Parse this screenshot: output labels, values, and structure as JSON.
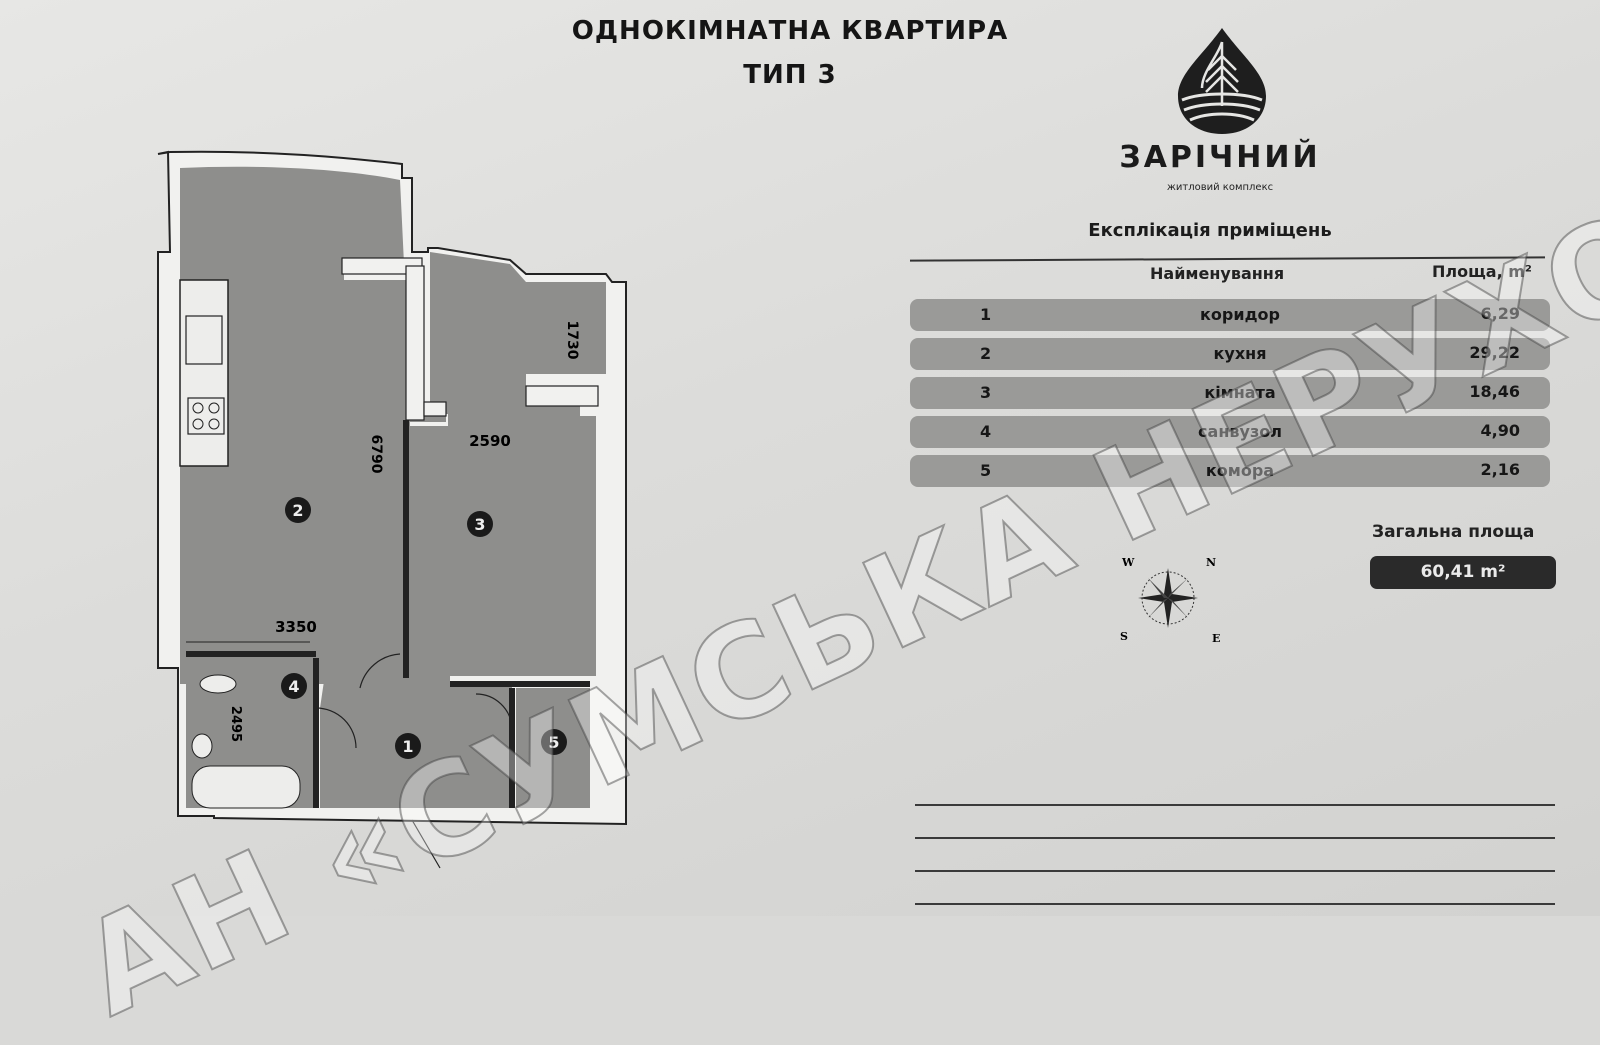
{
  "title": {
    "line1": "ОДНОКІМНАТНА КВАРТИРА",
    "line2": "ТИП 3"
  },
  "brand": {
    "name": "ЗАРІЧНИЙ",
    "subtitle": "житловий комплекс"
  },
  "explication": {
    "title": "Експлікація приміщень",
    "col_name": "Найменування",
    "col_area": "Площа, m²",
    "rows": [
      {
        "num": "1",
        "name": "коридор",
        "area": "6,29"
      },
      {
        "num": "2",
        "name": "кухня",
        "area": "29,22"
      },
      {
        "num": "3",
        "name": "кімната",
        "area": "18,46"
      },
      {
        "num": "4",
        "name": "санвузол",
        "area": "4,90"
      },
      {
        "num": "5",
        "name": "комора",
        "area": "2,16"
      }
    ],
    "total_label": "Загальна площа",
    "total_value": "60,41 m²"
  },
  "plan": {
    "dims": {
      "d1730": "1730",
      "d6790": "6790",
      "d2590": "2590",
      "d3350": "3350",
      "d2495": "2495"
    },
    "room_markers": [
      "1",
      "2",
      "3",
      "4",
      "5"
    ]
  },
  "compass": {
    "w": "W",
    "n": "N",
    "s": "S",
    "e": "E"
  },
  "watermark": "АН «СУМСЬКА НЕРУХОМІСТЬ»",
  "colors": {
    "floor": "#8e8e8c",
    "wall": "#f1f1ef",
    "marker": "#1a1a1a",
    "row": "#9a9a98"
  }
}
